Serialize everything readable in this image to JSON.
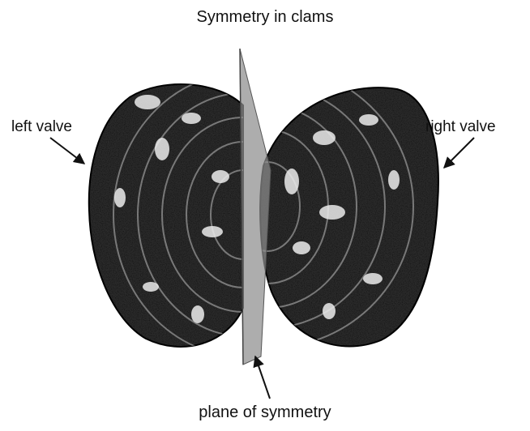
{
  "title": "Symmetry in clams",
  "labels": {
    "left_valve": "left valve",
    "right_valve": "right valve",
    "plane": "plane of symmetry"
  }
}
